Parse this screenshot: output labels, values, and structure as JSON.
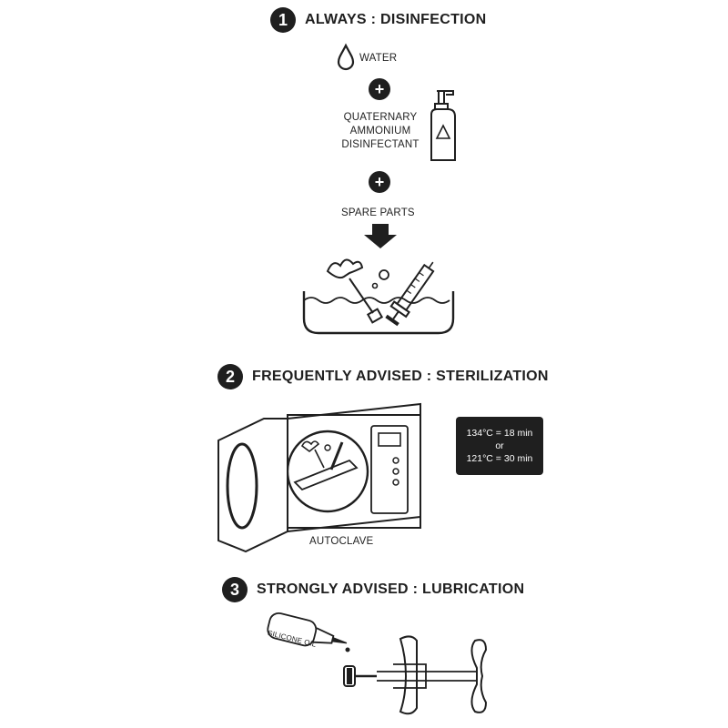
{
  "steps": [
    {
      "number": "1",
      "title": "ALWAYS : DISINFECTION"
    },
    {
      "number": "2",
      "title": "FREQUENTLY ADVISED : STERILIZATION"
    },
    {
      "number": "3",
      "title": "STRONGLY ADVISED : LUBRICATION"
    }
  ],
  "disinfection": {
    "water_label": "WATER",
    "plus_symbol": "+",
    "disinfectant_lines": [
      "QUATERNARY",
      "AMMONIUM",
      "DISINFECTANT"
    ],
    "spare_parts_label": "SPARE PARTS"
  },
  "sterilization": {
    "autoclave_label": "AUTOCLAVE",
    "settings": [
      "134°C = 18 min",
      "or",
      "121°C = 30 min"
    ]
  },
  "lubrication": {
    "bottle_label": "SILICONE OIL"
  }
}
